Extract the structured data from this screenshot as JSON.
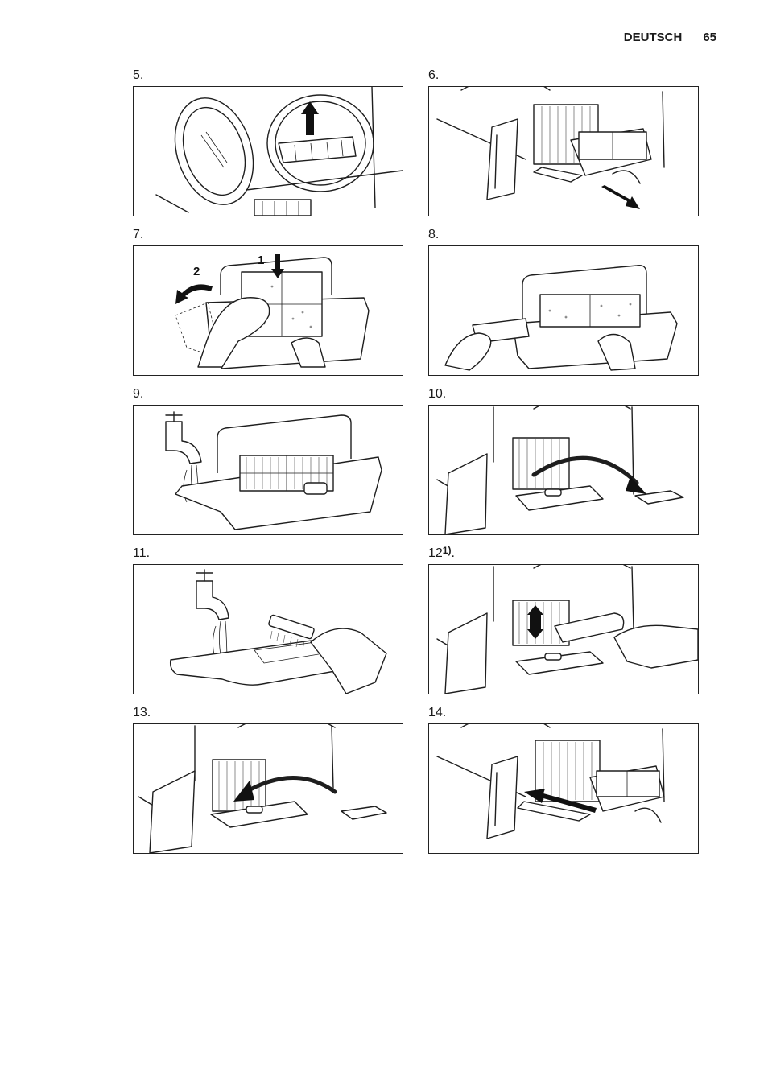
{
  "header": {
    "language": "DEUTSCH",
    "page_number": "65"
  },
  "steps": [
    {
      "label": "5."
    },
    {
      "label": "6."
    },
    {
      "label": "7.",
      "callouts": [
        "1",
        "2"
      ]
    },
    {
      "label": "8."
    },
    {
      "label": "9."
    },
    {
      "label": "10."
    },
    {
      "label": "11."
    },
    {
      "label": "12",
      "footnote": "1)",
      "suffix": "."
    },
    {
      "label": "13."
    },
    {
      "label": "14."
    }
  ]
}
